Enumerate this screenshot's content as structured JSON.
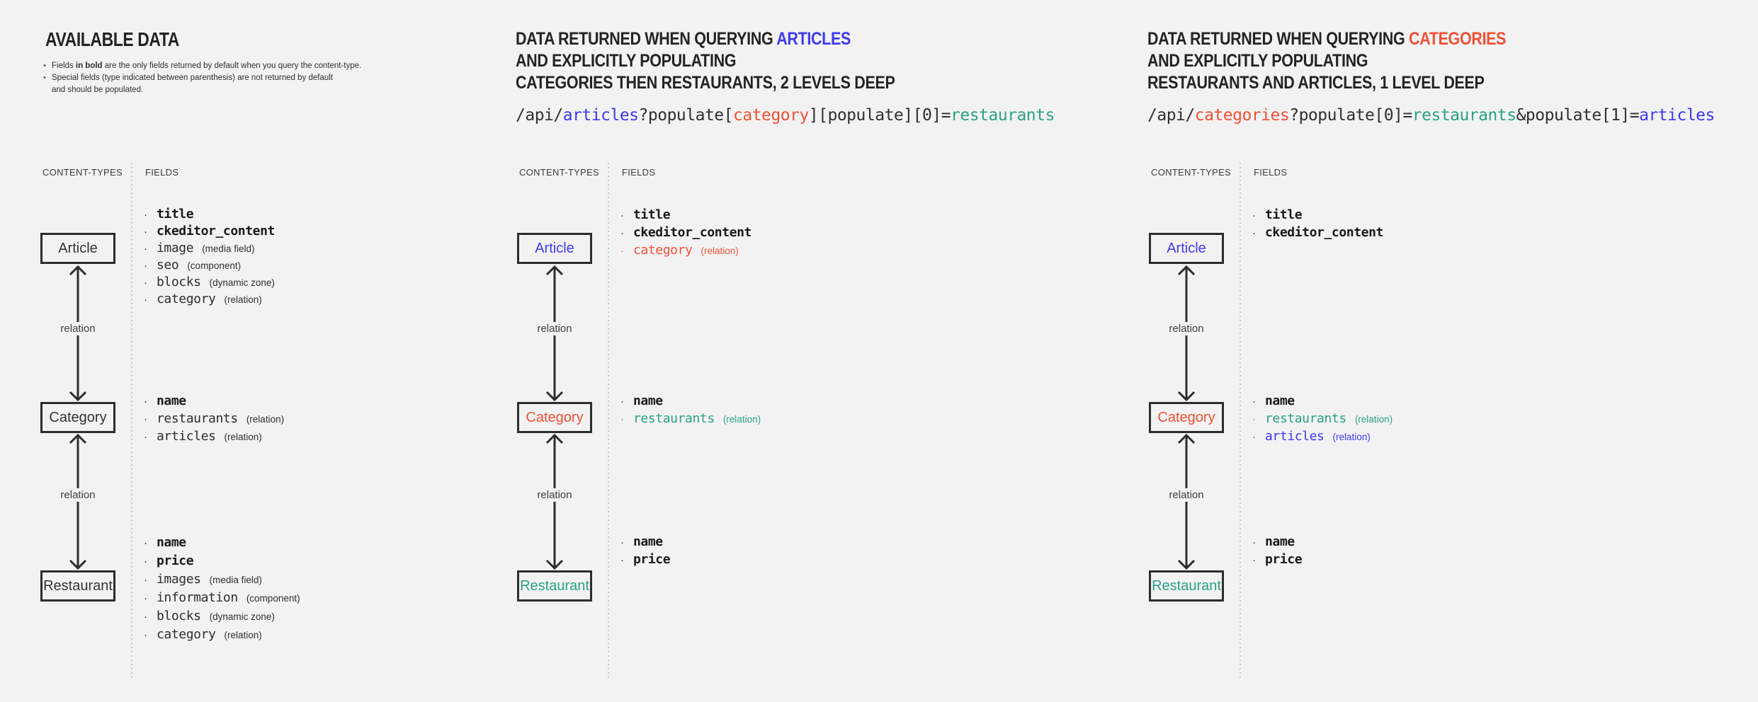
{
  "colors": {
    "dark": "#2d2d2d",
    "text": "#2f2f2f",
    "blue": "#4039ed",
    "red": "#ee5137",
    "teal": "#2aa185",
    "background": "#f2f2f2"
  },
  "shared": {
    "content_types_label": "CONTENT-TYPES",
    "fields_label": "FIELDS",
    "relation_label": "relation"
  },
  "panels": [
    {
      "title": "AVAILABLE DATA",
      "notes": {
        "n1_pre": "Fields ",
        "n1_bold": "in bold",
        "n1_post": " are the only fields returned by default when you query the content-type.",
        "n2_line1": "Special fields (type indicated between parenthesis) are not returned by default",
        "n2_line2": "and should be populated."
      },
      "nodes": {
        "article": {
          "label": "Article",
          "fields": [
            {
              "name": "title",
              "bold": true
            },
            {
              "name": "ckeditor_content",
              "bold": true
            },
            {
              "name": "image",
              "type": "(media field)"
            },
            {
              "name": "seo",
              "type": "(component)"
            },
            {
              "name": "blocks",
              "type": "(dynamic zone)"
            },
            {
              "name": "category",
              "type": "(relation)"
            }
          ]
        },
        "category": {
          "label": "Category",
          "fields": [
            {
              "name": "name",
              "bold": true
            },
            {
              "name": "restaurants",
              "type": "(relation)"
            },
            {
              "name": "articles",
              "type": "(relation)"
            }
          ]
        },
        "restaurant": {
          "label": "Restaurant",
          "fields": [
            {
              "name": "name",
              "bold": true
            },
            {
              "name": "price",
              "bold": true
            },
            {
              "name": "images",
              "type": "(media field)"
            },
            {
              "name": "information",
              "type": "(component)"
            },
            {
              "name": "blocks",
              "type": "(dynamic zone)"
            },
            {
              "name": "category",
              "type": "(relation)"
            }
          ]
        }
      }
    },
    {
      "heading": {
        "line1_prefix": "DATA RETURNED WHEN QUERYING ",
        "line1_highlight": "ARTICLES",
        "highlight_color": "blue",
        "line2": "AND EXPLICITLY POPULATING",
        "line3": "CATEGORIES THEN RESTAURANTS, 2 LEVELS DEEP"
      },
      "code": [
        {
          "text": "/api/",
          "color": "text"
        },
        {
          "text": "articles",
          "color": "blue"
        },
        {
          "text": "?populate[",
          "color": "text"
        },
        {
          "text": "category",
          "color": "red"
        },
        {
          "text": "][populate][0]=",
          "color": "text"
        },
        {
          "text": "restaurants",
          "color": "teal"
        }
      ],
      "nodes": {
        "article": {
          "label": "Article",
          "color": "blue",
          "fields": [
            {
              "name": "title",
              "bold": true
            },
            {
              "name": "ckeditor_content",
              "bold": true
            },
            {
              "name": "category",
              "type": "(relation)",
              "color": "red"
            }
          ]
        },
        "category": {
          "label": "Category",
          "color": "red",
          "fields": [
            {
              "name": "name",
              "bold": true
            },
            {
              "name": "restaurants",
              "type": "(relation)",
              "color": "teal"
            }
          ]
        },
        "restaurant": {
          "label": "Restaurant",
          "color": "teal",
          "fields": [
            {
              "name": "name",
              "bold": true
            },
            {
              "name": "price",
              "bold": true
            }
          ]
        }
      }
    },
    {
      "heading": {
        "line1_prefix": "DATA RETURNED WHEN QUERYING ",
        "line1_highlight": "CATEGORIES",
        "highlight_color": "red",
        "line2": "AND EXPLICITLY POPULATING",
        "line3": "RESTAURANTS AND ARTICLES, 1 LEVEL DEEP"
      },
      "code": [
        {
          "text": "/api/",
          "color": "text"
        },
        {
          "text": "categories",
          "color": "red"
        },
        {
          "text": "?populate[0]=",
          "color": "text"
        },
        {
          "text": "restaurants",
          "color": "teal"
        },
        {
          "text": "&populate[1]=",
          "color": "text"
        },
        {
          "text": "articles",
          "color": "blue"
        }
      ],
      "nodes": {
        "article": {
          "label": "Article",
          "color": "blue",
          "fields": [
            {
              "name": "title",
              "bold": true
            },
            {
              "name": "ckeditor_content",
              "bold": true
            }
          ]
        },
        "category": {
          "label": "Category",
          "color": "red",
          "fields": [
            {
              "name": "name",
              "bold": true
            },
            {
              "name": "restaurants",
              "type": "(relation)",
              "color": "teal"
            },
            {
              "name": "articles",
              "type": "(relation)",
              "color": "blue"
            }
          ]
        },
        "restaurant": {
          "label": "Restaurant",
          "color": "teal",
          "fields": [
            {
              "name": "name",
              "bold": true
            },
            {
              "name": "price",
              "bold": true
            }
          ]
        }
      }
    }
  ]
}
